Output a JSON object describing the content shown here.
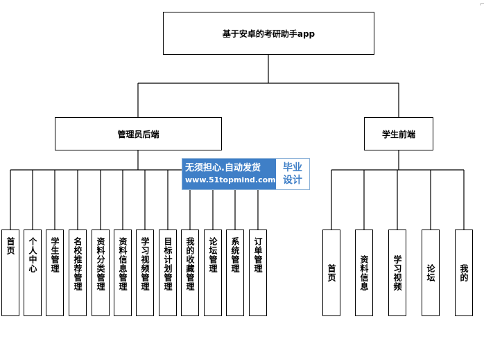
{
  "root": {
    "label": "基于安卓的考研助手app"
  },
  "branches": {
    "admin": {
      "label": "管理员后端",
      "items": [
        "首页",
        "个人中心",
        "学生管理",
        "名校推荐管理",
        "资料分类管理",
        "资料信息管理",
        "学习视频管理",
        "目标计划管理",
        "我的收藏管理",
        "论坛管理",
        "系统管理",
        "订单管理"
      ]
    },
    "student": {
      "label": "学生前端",
      "items": [
        "首页",
        "资料信息",
        "学习视频",
        "论坛",
        "我的"
      ]
    }
  },
  "watermark": {
    "line1": "无须担心.自动发货",
    "line2": "www.51topmind.com",
    "badge1": "毕业",
    "badge2": "设计"
  }
}
